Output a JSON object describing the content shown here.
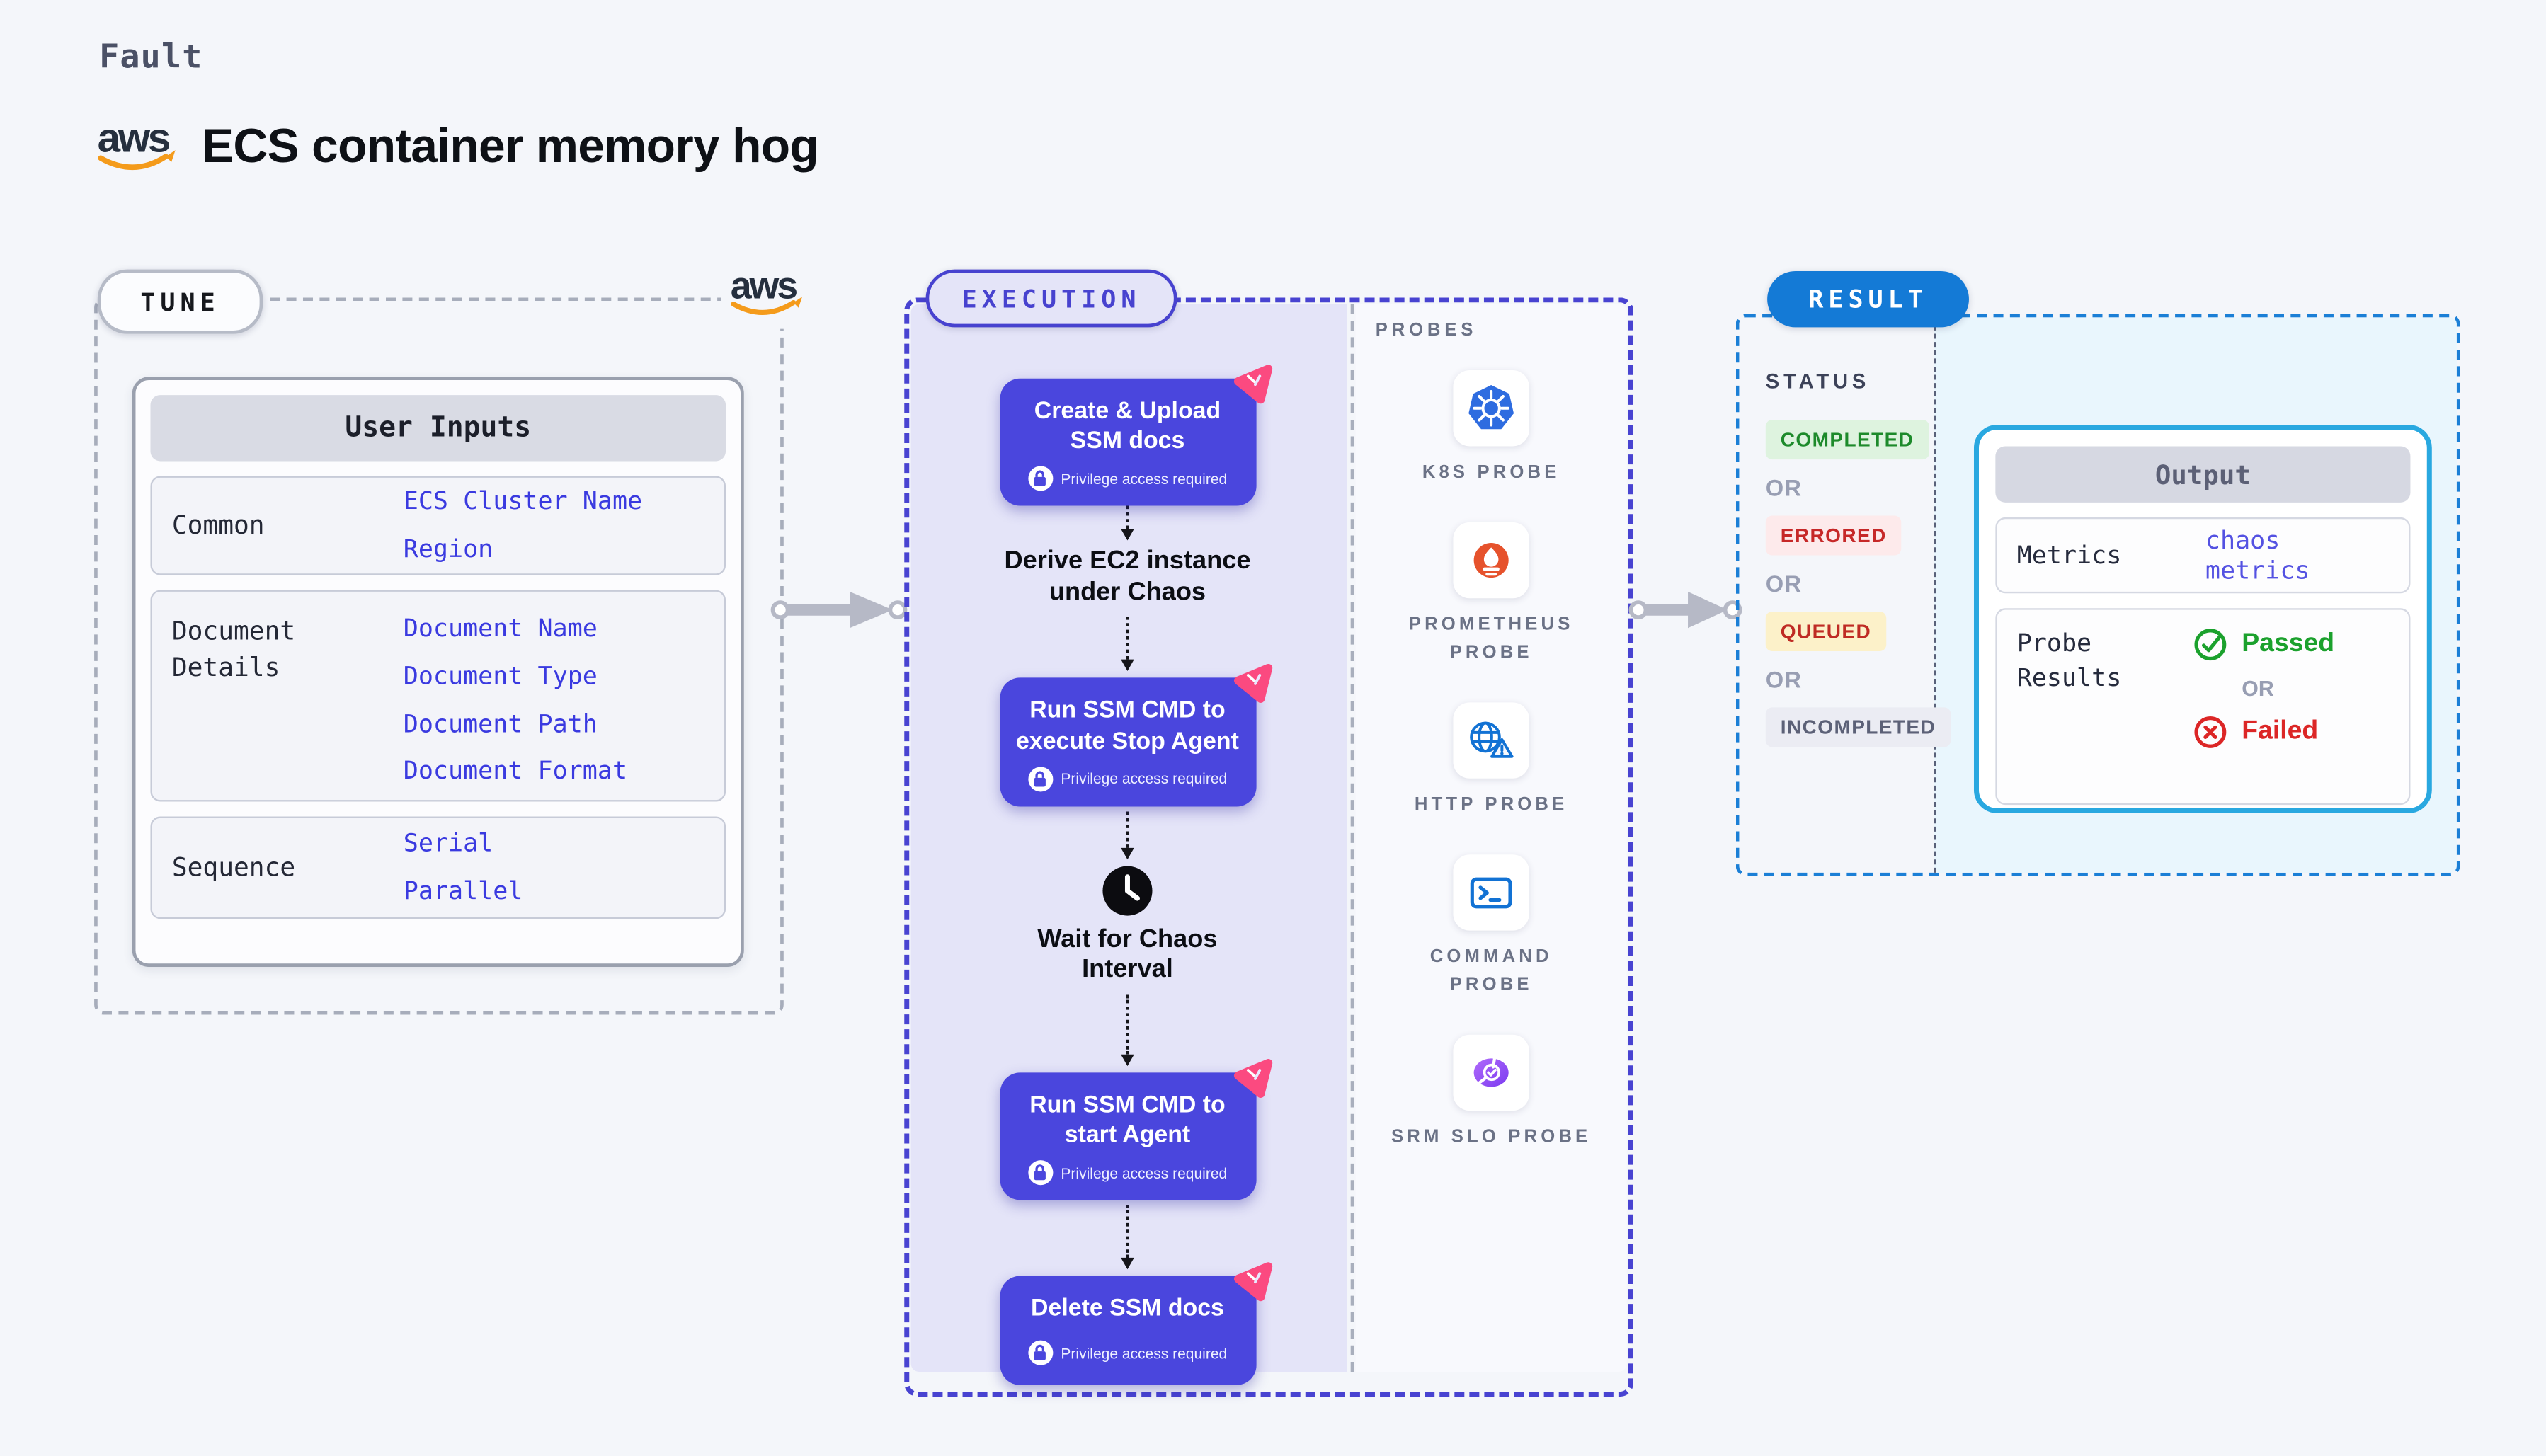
{
  "header": {
    "kicker": "Fault",
    "title": "ECS container memory hog",
    "brand": "aws"
  },
  "tune": {
    "label": "TUNE",
    "table": {
      "header": "User Inputs",
      "rows": [
        {
          "label": "Common",
          "values": [
            "ECS Cluster Name",
            "Region"
          ]
        },
        {
          "label": "Document Details",
          "values": [
            "Document Name",
            "Document Type",
            "Document Path",
            "Document Format"
          ]
        },
        {
          "label": "Sequence",
          "values": [
            "Serial",
            "Parallel"
          ]
        }
      ]
    }
  },
  "execution": {
    "label": "EXECUTION",
    "privilege_label": "Privilege access required",
    "steps": {
      "step1": "Create & Upload SSM docs",
      "derive": "Derive EC2 instance under Chaos",
      "step2": "Run SSM CMD to execute Stop Agent",
      "wait": "Wait for Chaos Interval",
      "step3": "Run SSM CMD to start Agent",
      "step4": "Delete SSM docs"
    }
  },
  "probes": {
    "label": "PROBES",
    "items": [
      {
        "label": "K8S PROBE",
        "icon": "kubernetes-icon"
      },
      {
        "label": "PROMETHEUS PROBE",
        "icon": "prometheus-icon"
      },
      {
        "label": "HTTP PROBE",
        "icon": "globe-warning-icon"
      },
      {
        "label": "COMMAND PROBE",
        "icon": "terminal-icon"
      },
      {
        "label": "SRM SLO PROBE",
        "icon": "slo-gauge-icon"
      }
    ]
  },
  "result": {
    "label": "RESULT",
    "status": {
      "heading": "STATUS",
      "or_label": "OR",
      "badges": [
        {
          "label": "COMPLETED",
          "fg": "#1d8a2b",
          "bg": "#def3df"
        },
        {
          "label": "ERRORED",
          "fg": "#c62828",
          "bg": "#fdeaeb"
        },
        {
          "label": "QUEUED",
          "fg": "#bf2b24",
          "bg": "#fcf1c9"
        },
        {
          "label": "INCOMPLETED",
          "fg": "#5c6177",
          "bg": "#ebecf3"
        }
      ]
    },
    "output": {
      "header": "Output",
      "metrics_label": "Metrics",
      "metrics_value": "chaos metrics",
      "probe_results_label": "Probe Results",
      "passed_label": "Passed",
      "or_label": "OR",
      "failed_label": "Failed"
    }
  },
  "colors": {
    "page_bg": "#f4f6fa",
    "step_card": "#4a46dd",
    "execution_accent": "#4742cf",
    "execution_fill": "#e4e4f8",
    "result_accent": "#147ad6",
    "output_border": "#29a8e0",
    "output_fill": "#e9f6fd",
    "value_link": "#3a3ae0",
    "passed_green": "#1ba12d",
    "failed_red": "#dc2626",
    "aws_orange": "#f49b1b",
    "pink_badge": "#fb4a80",
    "arrow_gray": "#b6b9c6"
  }
}
